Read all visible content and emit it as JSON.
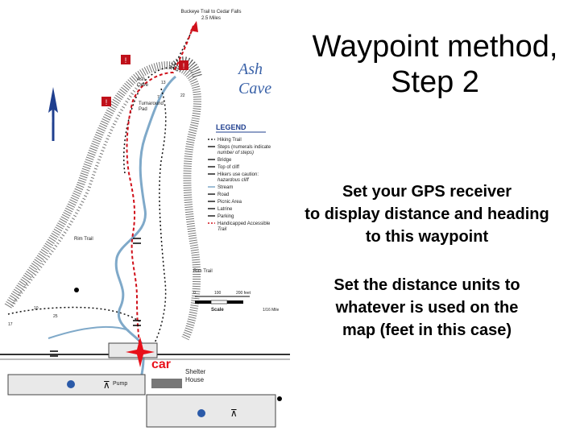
{
  "slide": {
    "title_lines": [
      "Waypoint method,",
      "Step 2"
    ],
    "paragraph_1": [
      "Set your GPS receiver",
      "to display distance and heading",
      "to this waypoint"
    ],
    "paragraph_2": [
      "Set the distance units to",
      "whatever is used on the",
      "map (feet in this case)"
    ]
  },
  "map": {
    "place_name": [
      "Ash",
      "Cave"
    ],
    "trail_note": [
      "Buckeye Trail to Cedar Falls",
      "2.5 Miles"
    ],
    "labels": {
      "ash_cave": [
        "Ash",
        "Cave"
      ],
      "turnaround": [
        "Turnaround",
        "Pad"
      ],
      "rim_trail_left": "Rim Trail",
      "rim_trail_right": "Rim Trail",
      "pump": "Pump",
      "shelter": [
        "Shelter",
        "House"
      ],
      "car": "car",
      "north": "N"
    },
    "legend": {
      "title": "LEGEND",
      "items": [
        [
          "Hiking Trail"
        ],
        [
          "Steps (numerals indicate",
          "number of steps)"
        ],
        [
          "Bridge"
        ],
        [
          "Top of cliff"
        ],
        [
          "Hikers use caution:",
          "hazardous cliff"
        ],
        [
          "Stream"
        ],
        [
          "Road"
        ],
        [
          "Picnic Area"
        ],
        [
          "Latrine"
        ],
        [
          "Parking"
        ],
        [
          "Handicapped Accessible",
          "Trail"
        ]
      ]
    },
    "scale": {
      "ticks": [
        "0",
        "100",
        "200 feet"
      ],
      "label": "Scale",
      "miles": "1/16 Mile"
    },
    "step_numbers": [
      "13",
      "7",
      "22",
      "10",
      "25",
      "17"
    ],
    "colors": {
      "route": "#d0101a",
      "car_marker": "#e8101a",
      "water": "#7fa9c9",
      "north_arrow": "#1f3f8f"
    }
  }
}
